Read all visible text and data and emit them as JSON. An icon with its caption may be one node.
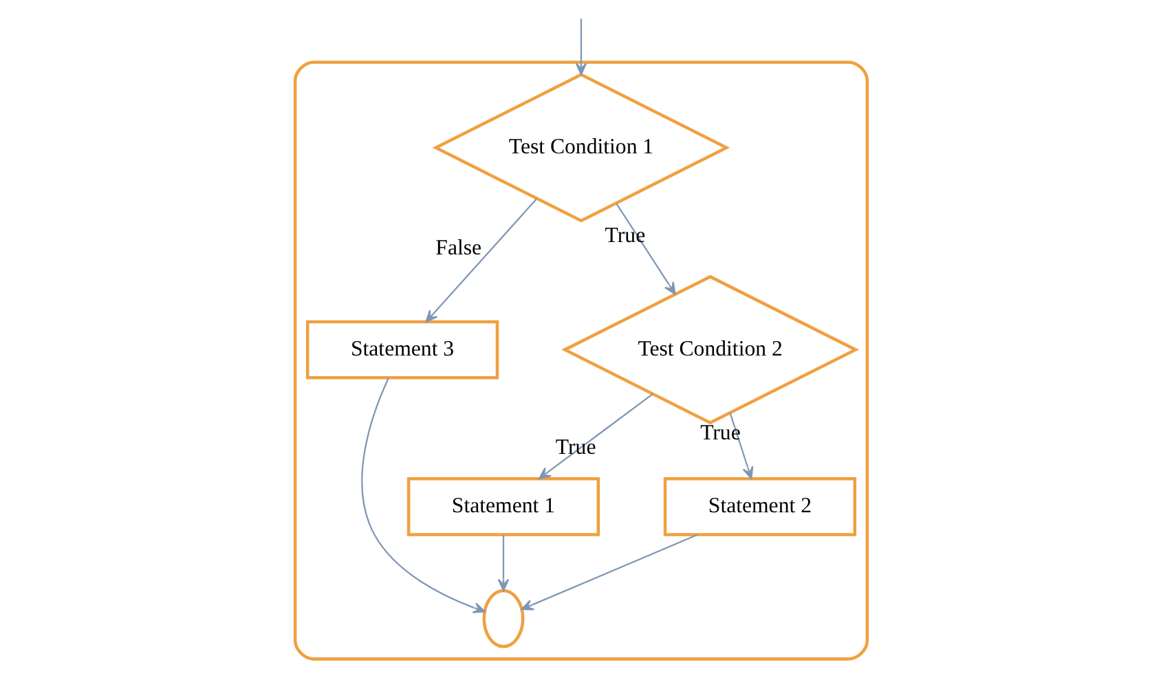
{
  "diagram": {
    "nodes": [
      {
        "text": [],
        "shape": "box"
      },
      {
        "text": [
          "Test Condition 1"
        ],
        "in": 0
      },
      {
        "text": [
          "Statement 3"
        ],
        "in": 0
      },
      {
        "text": [
          "Test Condition 2"
        ],
        "in": 0
      },
      {
        "text": [
          "Statement 1"
        ],
        "in": 0
      },
      {
        "text": [
          "Statement 2"
        ],
        "in": 0
      },
      {
        "text": [],
        "shape": "circle",
        "in": 0
      }
    ],
    "edges": [
      {
        "from": null,
        "to": 1,
        "arrow": "to"
      },
      {
        "from": 1,
        "to": 2,
        "arrow": "to",
        "label": "False"
      },
      {
        "from": 1,
        "to": 3,
        "arrow": "to",
        "label": "True"
      },
      {
        "from": 3,
        "to": 4,
        "arrow": "to",
        "label": "True"
      },
      {
        "from": 3,
        "to": 5,
        "arrow": "to",
        "label": "True"
      },
      {
        "from": 2,
        "to": 6,
        "arrow": "to"
      },
      {
        "from": 4,
        "to": 6,
        "arrow": "to"
      },
      {
        "from": 5,
        "to": 6,
        "arrow": "to"
      }
    ]
  }
}
